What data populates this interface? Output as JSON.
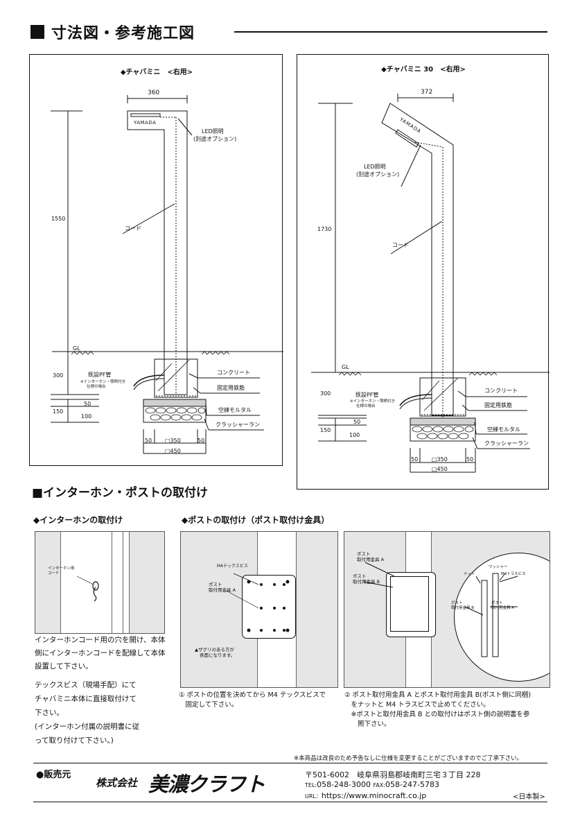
{
  "heading": "寸法図・参考施工図",
  "left_drawing": {
    "title": "◆チャバミニ　<右用>",
    "width_dim": "360",
    "nameplate": "YAMADA",
    "height_dim": "1550",
    "led_label": "LED照明",
    "led_sub": "(別途オプション)",
    "cord_label": "コード",
    "gl_label": "GL",
    "pf_label": "既設PF管",
    "pf_note1": "※インターホン・照明付き",
    "pf_note2": "仕様の場合",
    "depth_dim": "300",
    "mortar_dim": "50",
    "base_dim_total": "150",
    "crusher_dim": "100",
    "concrete_label": "コンクリート",
    "rebar_label": "固定用鉄筋",
    "mortar_label": "空練モルタル",
    "crusher_label": "クラッシャーラン",
    "bottom_dims": {
      "left": "50",
      "middle": "□350",
      "right": "50",
      "total": "□450"
    }
  },
  "right_drawing": {
    "title": "◆チャバミニ 30　<右用>",
    "width_dim": "372",
    "nameplate": "YAMADA",
    "height_dim": "1730",
    "led_label": "LED照明",
    "led_sub": "(別途オプション)",
    "cord_label": "コード",
    "gl_label": "GL",
    "pf_label": "既設PF管",
    "pf_note1": "※インターホン・照明付き",
    "pf_note2": "仕様の場合",
    "depth_dim": "300",
    "mortar_dim": "50",
    "base_dim_total": "150",
    "crusher_dim": "100",
    "concrete_label": "コンクリート",
    "rebar_label": "固定用鉄筋",
    "mortar_label": "空練モルタル",
    "crusher_label": "クラッシャーラン",
    "bottom_dims": {
      "left": "50",
      "middle": "□350",
      "right": "50",
      "total": "□450"
    }
  },
  "section2_heading": "■インターホン・ポストの取付け",
  "intercom": {
    "heading": "◆インターホンの取付け",
    "cord_label1": "インターホン用",
    "cord_label2": "コード",
    "para1": [
      "インターホンコード用の穴を開け、本体",
      "側にインターホンコードを配線して本体",
      "設置して下さい。"
    ],
    "para2": [
      "テックスビス（現場手配）にて",
      "チャバミニ本体に直接取付けて",
      "下さい。",
      "(インターホン付属の説明書に従",
      "って取り付けて下さい。)"
    ]
  },
  "post": {
    "heading": "◆ポストの取付け（ポスト取付け金具）",
    "img1": {
      "screw_label": "M4テックスビス",
      "bracket_label1": "ポスト",
      "bracket_label2": "取付用金具 A",
      "note1": "▲ザグリのある方が",
      "note2": "表面になります。"
    },
    "img2": {
      "a_label1": "ポスト",
      "a_label2": "取付用金具 A",
      "b_label1": "ポスト",
      "b_label2": "取付用金具 B",
      "nut": "ナット",
      "washer": "ワッシャー",
      "screw": "M4トラスビス",
      "zoom_b1": "ポスト",
      "zoom_b2": "取付用金具 B",
      "zoom_a1": "ポスト",
      "zoom_a2": "取付用金具 A"
    },
    "caption1": [
      "① ポストの位置を決めてから M4 テックスビスで",
      "　固定して下さい。"
    ],
    "caption2": [
      "② ポスト取付用金具 A とポスト取付用金具 B(ポスト側に同梱)",
      "　をナットと M4 トラスビスで止めてください。",
      "　※ポストと取付用金具 B との取付けはポスト側の説明書を参",
      "　　照下さい。"
    ]
  },
  "notice": "※本商品は改良のため予告なしに仕様を変更することがございますのでご了承下さい。",
  "footer": {
    "seller_label": "●販売元",
    "company_prefix": "株式会社",
    "company_name": "美濃クラフト",
    "address": "〒501-6002　岐阜県羽島郡岐南町三宅３丁目 228",
    "tel_label": "TEL:",
    "tel": "058-248-3000",
    "fax_label": "FAX:",
    "fax": "058-247-5783",
    "url_label": "URL：",
    "url": "https://www.minocraft.co.jp",
    "made_in": "<日本製>"
  }
}
